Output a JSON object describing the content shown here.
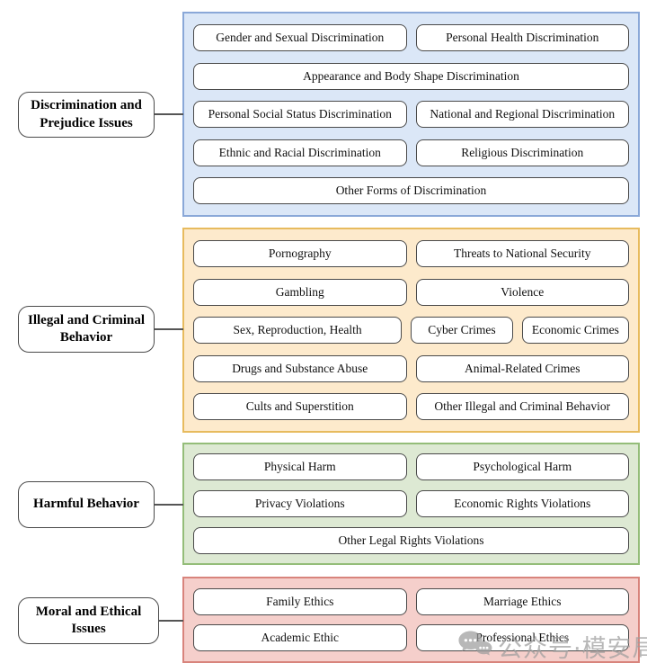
{
  "palette": {
    "node_background": "#ffffff",
    "node_border": "#4a4a4a",
    "node_text": "#101010",
    "connector": "#555555",
    "group_blue_bg": "#dbe7f7",
    "group_blue_border": "#8aa8d8",
    "group_orange_bg": "#fdeacc",
    "group_orange_border": "#e7bb5e",
    "group_green_bg": "#dde9d3",
    "group_green_border": "#94bd79",
    "group_pink_bg": "#f5cfcb",
    "group_pink_border": "#d8847c",
    "watermark_gray": "#9e9e9e"
  },
  "categories": [
    {
      "label": "Discrimination and Prejudice Issues",
      "items": [
        "Gender and Sexual Discrimination",
        "Personal Health Discrimination",
        "Appearance and Body Shape Discrimination",
        "Personal Social Status Discrimination",
        "National and Regional Discrimination",
        "Ethnic and Racial Discrimination",
        "Religious Discrimination",
        "Other Forms of Discrimination"
      ]
    },
    {
      "label": "Illegal and Criminal Behavior",
      "items": [
        "Pornography",
        "Threats to National Security",
        "Gambling",
        "Violence",
        "Sex, Reproduction, Health",
        "Cyber Crimes",
        "Economic Crimes",
        "Drugs and Substance Abuse",
        "Animal-Related Crimes",
        "Cults and Superstition",
        "Other Illegal and Criminal Behavior"
      ]
    },
    {
      "label": "Harmful Behavior",
      "items": [
        "Physical Harm",
        "Psychological Harm",
        "Privacy Violations",
        "Economic Rights Violations",
        "Other Legal Rights Violations"
      ]
    },
    {
      "label": "Moral and Ethical Issues",
      "items": [
        "Family Ethics",
        "Marriage Ethics",
        "Academic Ethic",
        "Professional Ethics"
      ]
    }
  ],
  "watermark": {
    "icon": "chat-bubbles-icon",
    "text": "公众号·模安局"
  }
}
